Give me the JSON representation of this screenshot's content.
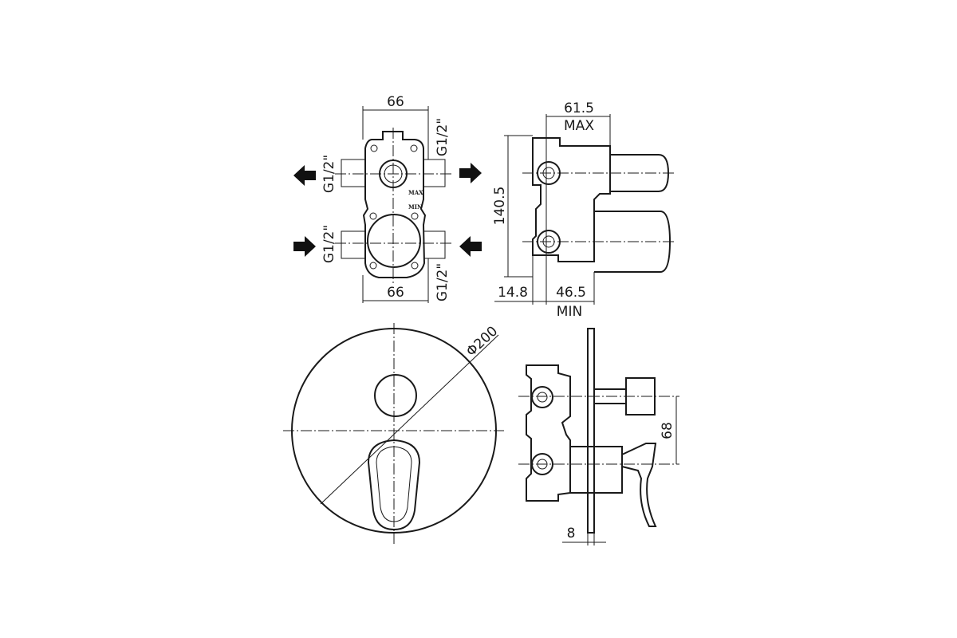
{
  "front_view": {
    "dim_top": "66",
    "dim_bottom": "66",
    "thread_left_top": "G1/2\"",
    "thread_left_bottom": "G1/2\"",
    "thread_right_top": "G1/2\"",
    "thread_right_bottom": "G1/2\"",
    "mark_max": "MAX",
    "mark_min": "MIN"
  },
  "side_view": {
    "dim_depth_max_value": "61.5",
    "dim_depth_max_label": "MAX",
    "dim_height": "140.5",
    "dim_offset": "14.8",
    "dim_depth_min_value": "46.5",
    "dim_depth_min_label": "MIN"
  },
  "plate_view": {
    "diameter": "Φ200"
  },
  "assembly_view": {
    "dim_spacing": "68",
    "dim_plate_thickness": "8"
  }
}
